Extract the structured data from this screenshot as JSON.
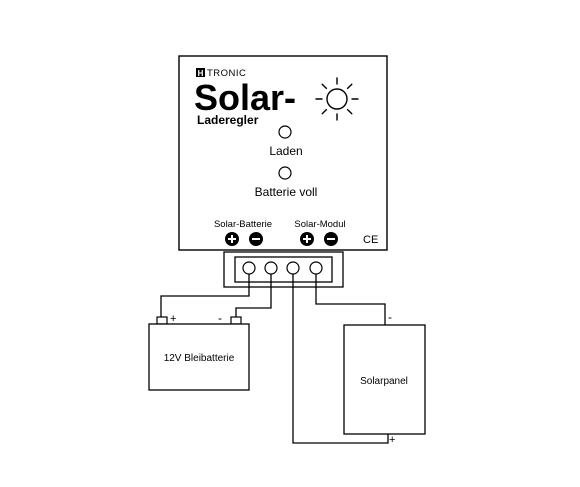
{
  "controller": {
    "brand_mark": "H",
    "brand_name": "TRONIC",
    "title": "Solar-",
    "subtitle": "Laderegler",
    "led_charging_label": "Laden",
    "led_full_label": "Batterie voll",
    "battery_terminal_label": "Solar-Batterie",
    "module_terminal_label": "Solar-Modul",
    "ce_mark": "CE"
  },
  "battery": {
    "label": "12V Bleibatterie",
    "plus_sign": "+",
    "minus_sign": "-"
  },
  "panel": {
    "label": "Solarpanel",
    "plus_sign": "+",
    "minus_sign": "-"
  },
  "icons": {
    "sun": "sun-icon",
    "plus": "plus-circle-icon",
    "minus": "minus-circle-icon"
  }
}
